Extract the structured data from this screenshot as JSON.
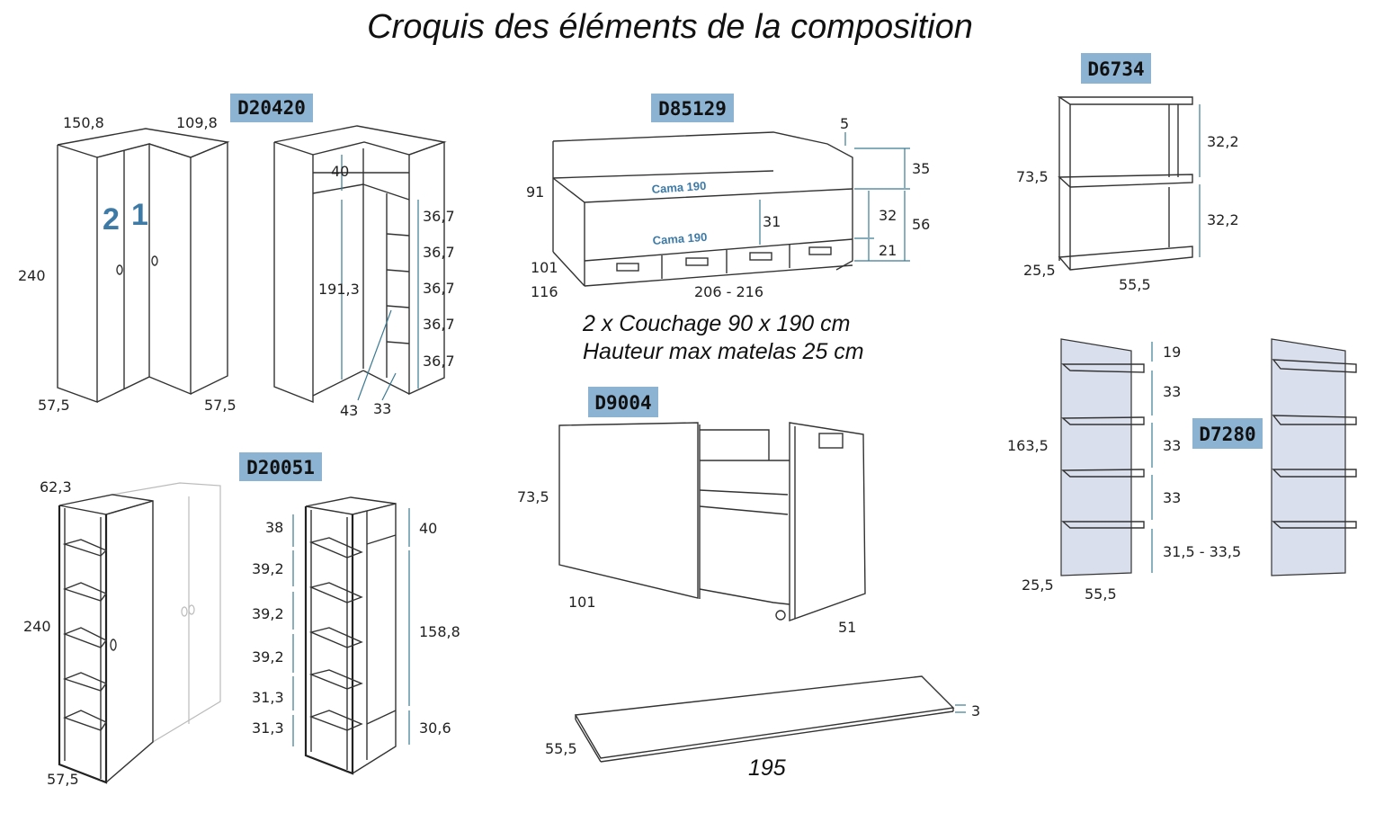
{
  "title": "Croquis des éléments de la composition",
  "codes": {
    "corner_wardrobe": "D20420",
    "bed": "D85129",
    "shelf_small": "D6734",
    "shelf_column": "D20051",
    "desk": "D9004",
    "wall_shelves": "D7280"
  },
  "corner_wardrobe": {
    "door_numbers": [
      "2",
      "1"
    ],
    "dims": [
      "150,8",
      "109,8",
      "240",
      "57,5",
      "57,5",
      "40",
      "191,3",
      "36,7",
      "36,7",
      "36,7",
      "36,7",
      "36,7",
      "43",
      "33"
    ]
  },
  "bed": {
    "mattress_label": "Cama 190",
    "dims": [
      "5",
      "35",
      "91",
      "31",
      "32",
      "56",
      "21",
      "101",
      "116",
      "206 - 216"
    ],
    "notes": [
      "2 x Couchage 90 x 190 cm",
      "Hauteur max matelas 25 cm"
    ]
  },
  "shelf_small": {
    "dims": [
      "32,2",
      "73,5",
      "32,2",
      "25,5",
      "55,5"
    ]
  },
  "wall_shelves": {
    "dims": [
      "19",
      "33",
      "163,5",
      "33",
      "33",
      "31,5 - 33,5",
      "25,5",
      "55,5"
    ]
  },
  "shelf_column": {
    "dims": [
      "62,3",
      "240",
      "57,5",
      "38",
      "39,2",
      "39,2",
      "39,2",
      "31,3",
      "31,3",
      "40",
      "158,8",
      "30,6"
    ]
  },
  "desk": {
    "dims": [
      "73,5",
      "101",
      "51"
    ]
  },
  "board": {
    "dims": [
      "3",
      "55,5",
      "195"
    ]
  }
}
